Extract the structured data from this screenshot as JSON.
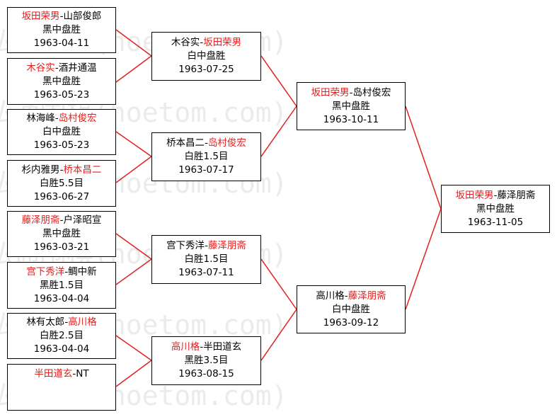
{
  "watermark": "弘通围棋(hoetom.com)",
  "round1": [
    {
      "winner_first": true,
      "p1": "坂田荣男",
      "p2": "山部俊郎",
      "result": "黑中盘胜",
      "date": "1963-04-11"
    },
    {
      "winner_first": true,
      "p1": "木谷实",
      "p2": "酒井通温",
      "result": "黑中盘胜",
      "date": "1963-05-23"
    },
    {
      "winner_first": false,
      "p1": "林海峰",
      "p2": "岛村俊宏",
      "result": "白中盘胜",
      "date": "1963-05-23"
    },
    {
      "winner_first": false,
      "p1": "杉内雅男",
      "p2": "桥本昌二",
      "result": "白胜5.5目",
      "date": "1963-06-27"
    },
    {
      "winner_first": true,
      "p1": "藤泽朋斋",
      "p2": "户泽昭宣",
      "result": "黑中盘胜",
      "date": "1963-03-21"
    },
    {
      "winner_first": true,
      "p1": "宫下秀洋",
      "p2": "鲷中新",
      "result": "黑胜1.5目",
      "date": "1963-04-04"
    },
    {
      "winner_first": false,
      "p1": "林有太郎",
      "p2": "高川格",
      "result": "白胜2.5目",
      "date": "1963-04-04"
    },
    {
      "winner_first": true,
      "p1": "半田道玄",
      "p2": "NT",
      "result": "",
      "date": ""
    }
  ],
  "round2": [
    {
      "winner_first": false,
      "p1": "木谷实",
      "p2": "坂田荣男",
      "result": "白中盘胜",
      "date": "1963-07-25"
    },
    {
      "winner_first": false,
      "p1": "桥本昌二",
      "p2": "岛村俊宏",
      "result": "白胜1.5目",
      "date": "1963-07-17"
    },
    {
      "winner_first": false,
      "p1": "宫下秀洋",
      "p2": "藤泽朋斋",
      "result": "白胜1.5目",
      "date": "1963-07-11"
    },
    {
      "winner_first": true,
      "p1": "高川格",
      "p2": "半田道玄",
      "result": "黑胜3.5目",
      "date": "1963-08-15"
    }
  ],
  "round3": [
    {
      "winner_first": true,
      "p1": "坂田荣男",
      "p2": "岛村俊宏",
      "result": "黑中盘胜",
      "date": "1963-10-11"
    },
    {
      "winner_first": false,
      "p1": "高川格",
      "p2": "藤泽朋斋",
      "result": "白中盘胜",
      "date": "1963-09-12"
    }
  ],
  "final": [
    {
      "winner_first": true,
      "p1": "坂田荣男",
      "p2": "藤泽朋斋",
      "result": "黑中盘胜",
      "date": "1963-11-05"
    }
  ]
}
